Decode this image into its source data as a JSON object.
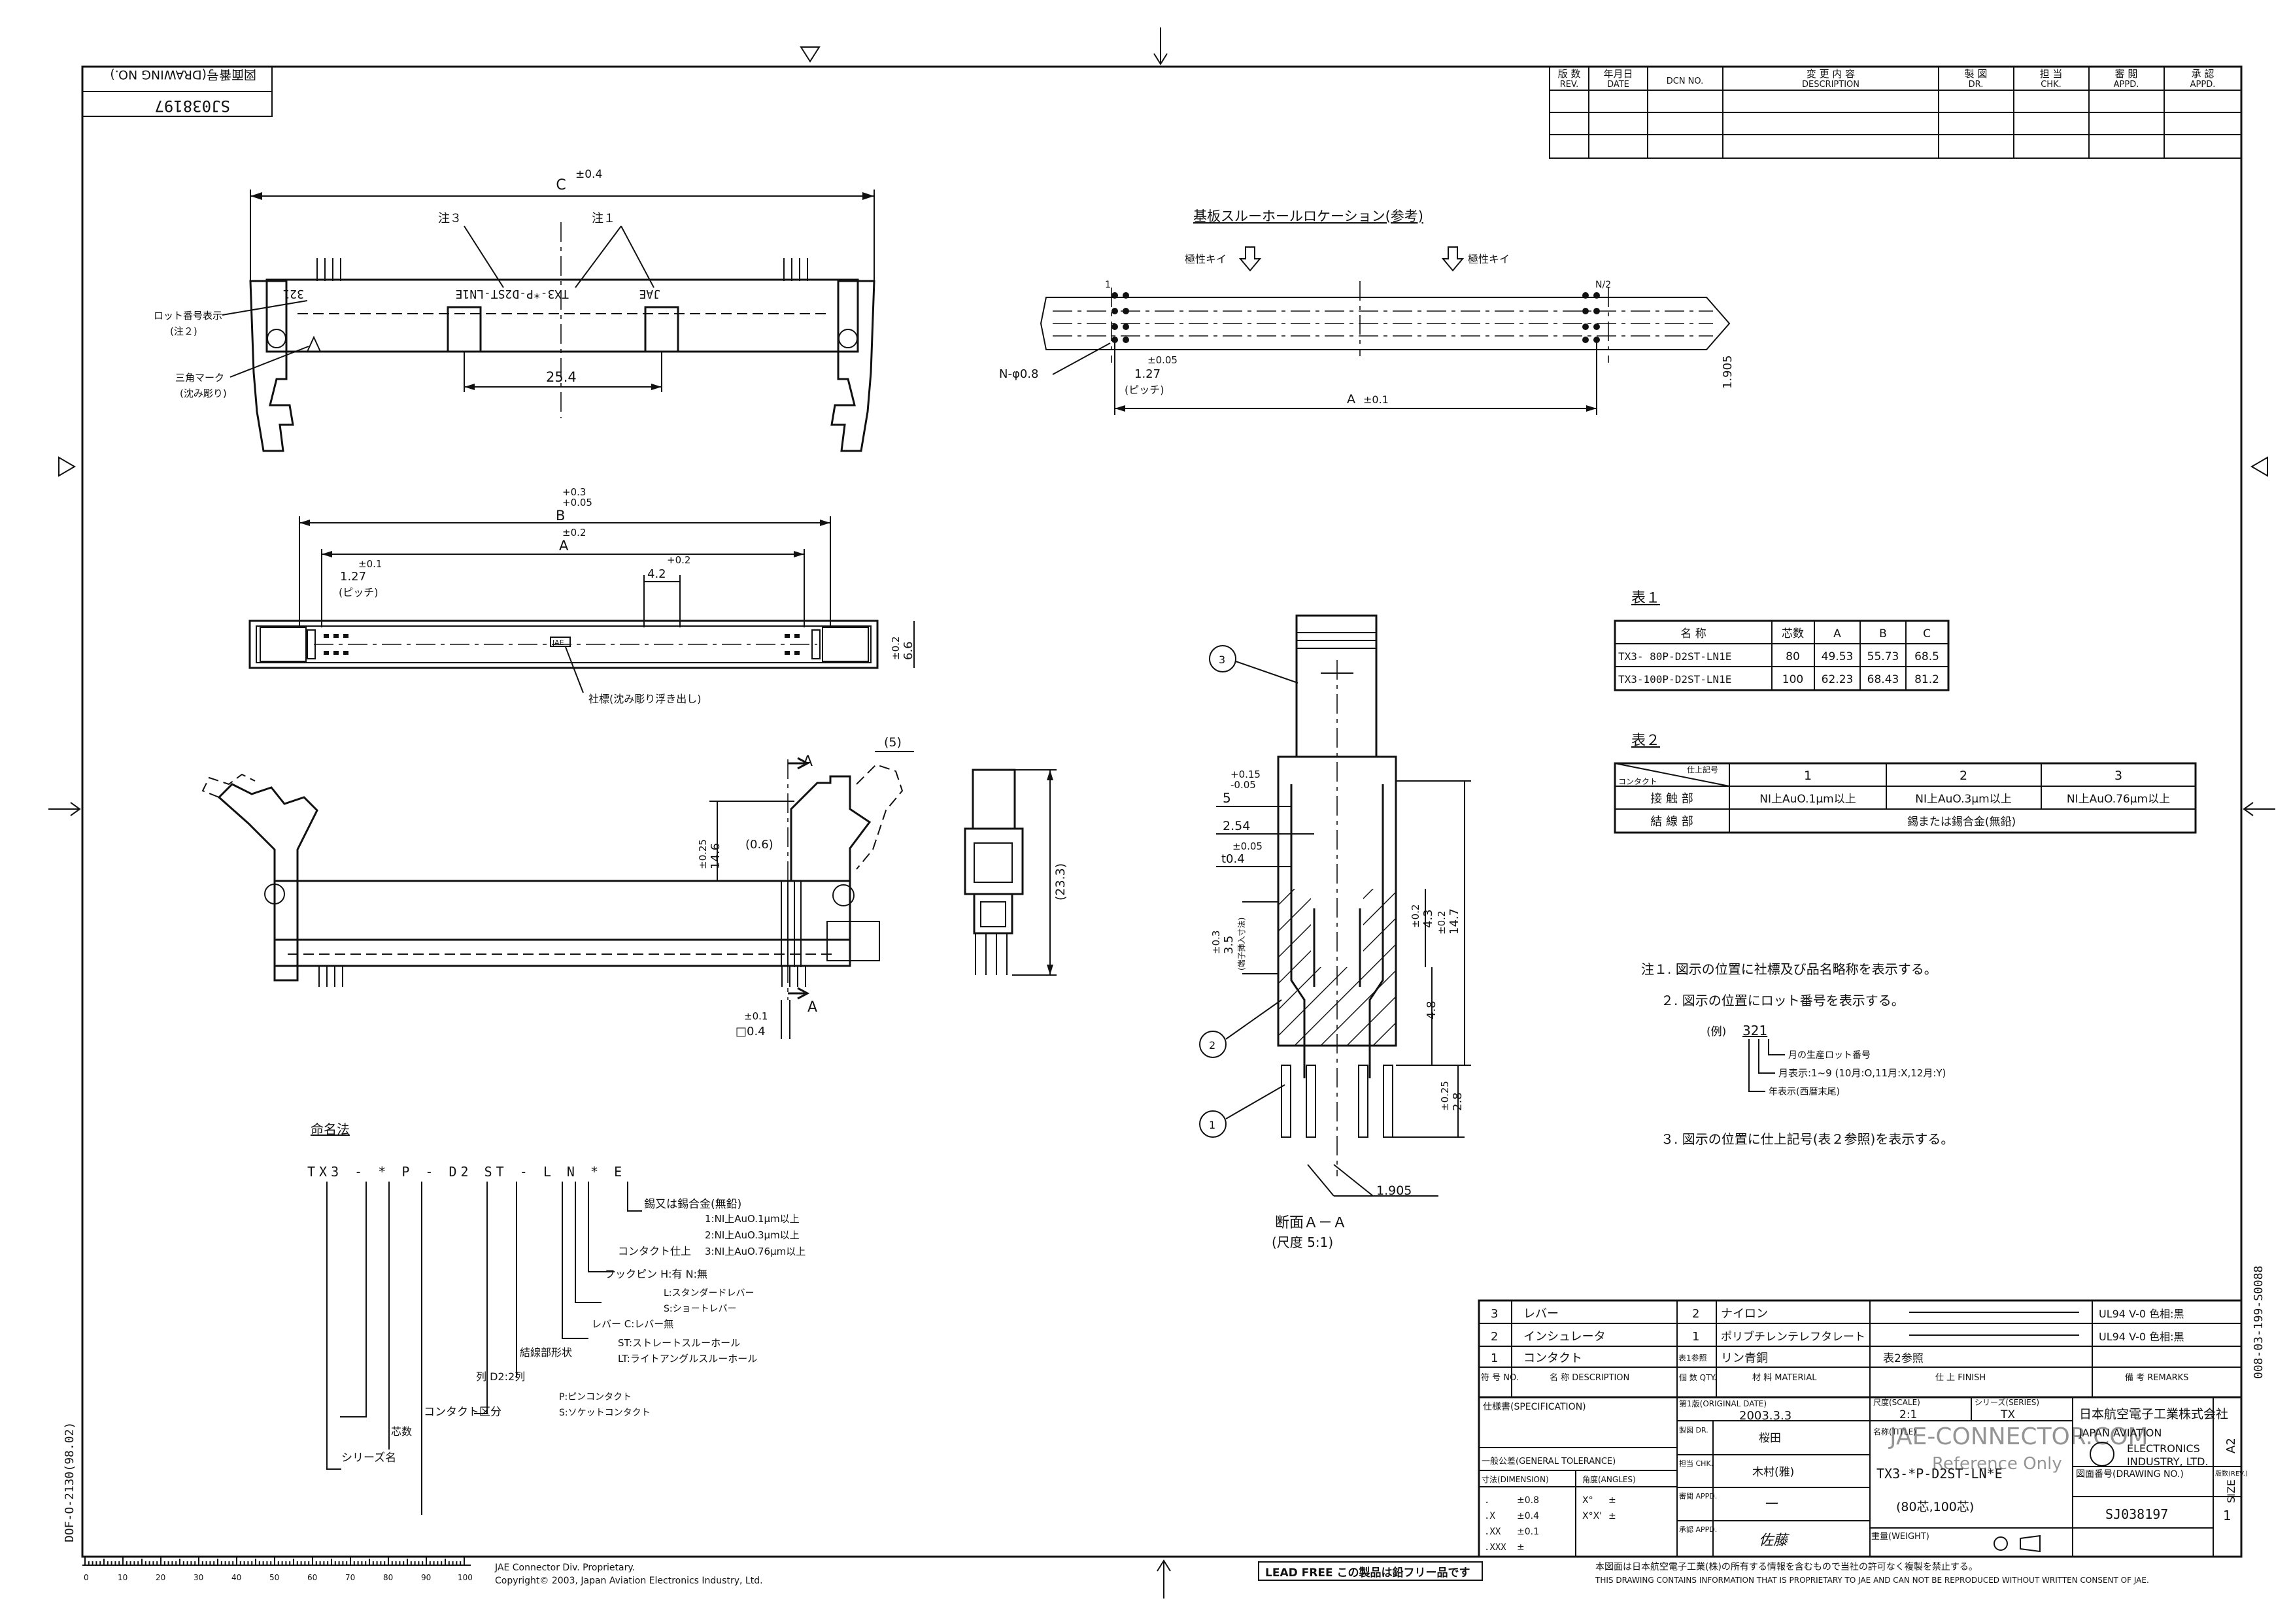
{
  "drawing_no_box": {
    "label": "図面番号(DRAWING NO.)",
    "value": "SJ038197"
  },
  "revision_table": {
    "headers": [
      {
        "jp": "版 数",
        "en": "REV."
      },
      {
        "jp": "年月日",
        "en": "DATE"
      },
      {
        "jp": "",
        "en": "DCN NO."
      },
      {
        "jp": "変 更 内 容",
        "en": "DESCRIPTION"
      },
      {
        "jp": "製 図",
        "en": "DR."
      },
      {
        "jp": "担 当",
        "en": "CHK."
      },
      {
        "jp": "審 閲",
        "en": "APPD."
      },
      {
        "jp": "承 認",
        "en": "APPD."
      }
    ]
  },
  "top_view": {
    "dim_c": "C",
    "dim_c_tol": "±0.4",
    "note3": "注３",
    "note1": "注１",
    "mark_321": "321",
    "mark_part": "TX3-*P-D2ST-LN1E",
    "mark_jae": "JAE",
    "lot_label": "ロット番号表示",
    "lot_note": "(注２)",
    "tri_label": "三角マーク",
    "tri_note": "(沈み彫り)",
    "dim_254": "25.4"
  },
  "pcb_layout": {
    "title": "基板スルーホールロケーション(参考)",
    "polarity1": "極性キイ",
    "polarity2": "極性キイ",
    "pin1": "1",
    "pin_n2": "N/2",
    "hole": "N-φ0.8",
    "pitch_tol": "±0.05",
    "pitch": "1.27",
    "pitch_label": "(ピッチ)",
    "row_gap": "1.905",
    "dim_a": "A",
    "dim_a_tol": "±0.1"
  },
  "front_view": {
    "dim_b": "B",
    "dim_b_tol_plus": "+0.3",
    "dim_b_tol_minus": "+0.05",
    "dim_a": "A",
    "dim_a_tol": "±0.2",
    "pitch_tol": "±0.1",
    "pitch": "1.27",
    "pitch_label": "(ピッチ)",
    "dim_42": "4.2",
    "dim_42_tol": "+0.2",
    "dim_66": "6.6",
    "dim_66_tol": "±0.2",
    "marking_label": "社標(沈み彫り浮き出し)",
    "logo": "JAE"
  },
  "side_view": {
    "section_a": "A",
    "dim_5": "(5)",
    "dim_146": "14.6",
    "dim_146_tol": "±0.25",
    "dim_06": "(0.6)",
    "dim_04": "□0.4",
    "dim_04_tol": "±0.1",
    "dim_233": "(23.3)"
  },
  "section_view": {
    "title": "断面Ａ－Ａ",
    "scale": "(尺度 5:1)",
    "dim_5": "5",
    "dim_5_tol_p": "+0.15",
    "dim_5_tol_m": "-0.05",
    "dim_254": "2.54",
    "dim_t04": "t0.4",
    "dim_t04_tol": "±0.05",
    "dim_35": "3.5",
    "dim_35_tol": "±0.3",
    "dim_35_note": "(端子挿入寸法)",
    "dim_43": "4.3",
    "dim_43_tol": "±0.2",
    "dim_147": "14.7",
    "dim_147_tol": "±0.2",
    "dim_48": "4.8",
    "dim_28": "2.8",
    "dim_28_tol": "±0.25",
    "dim_1905": "1.905",
    "balloon1": "1",
    "balloon2": "2",
    "balloon3": "3"
  },
  "table1": {
    "title": "表１",
    "headers": [
      "名 称",
      "芯数",
      "A",
      "B",
      "C"
    ],
    "rows": [
      [
        "TX3- 80P-D2ST-LN1E",
        "80",
        "49.53",
        "55.73",
        "68.5"
      ],
      [
        "TX3-100P-D2ST-LN1E",
        "100",
        "62.23",
        "68.43",
        "81.2"
      ]
    ]
  },
  "table2": {
    "title": "表２",
    "corner_top": "仕上記号",
    "corner_bottom": "コンタクト",
    "headers": [
      "1",
      "2",
      "3"
    ],
    "rows": [
      {
        "label": "接 触 部",
        "cells": [
          "NI上AuO.1μm以上",
          "NI上AuO.3μm以上",
          "NI上AuO.76μm以上"
        ]
      },
      {
        "label": "結 線 部",
        "cells": [
          "錫または錫合金(無鉛)"
        ]
      }
    ]
  },
  "notes": {
    "n1": "注１. 図示の位置に社標及び品名略称を表示する。",
    "n2": "２. 図示の位置にロット番号を表示する。",
    "example": "(例)",
    "example_code": "321",
    "lot_a": "月の生産ロット番号",
    "lot_b": "月表示:1~9 (10月:O,11月:X,12月:Y)",
    "lot_c": "年表示(西暦末尾)",
    "n3": "３. 図示の位置に仕上記号(表２参照)を表示する。"
  },
  "nomenclature": {
    "title": "命名法",
    "code": "TX3 - * P - D2 ST - L N * E",
    "items": [
      "錫又は錫合金(無鉛)",
      "1:NI上AuO.1μm以上",
      "2:NI上AuO.3μm以上",
      "3:NI上AuO.76μm以上",
      "コンタクト仕上",
      "フックピン H:有 N:無",
      "L:スタンダードレバー",
      "S:ショートレバー",
      "レバー C:レバー無",
      "ST:ストレートスルーホール",
      "LT:ライトアングルスルーホール",
      "結線部形状",
      "列 D2:2列",
      "P:ピンコンタクト",
      "S:ソケットコンタクト",
      "コンタクト区分",
      "芯数",
      "シリーズ名"
    ]
  },
  "bom": {
    "rows": [
      {
        "no": "3",
        "desc": "レバー",
        "qty": "2",
        "mat": "ナイロン",
        "finish": "",
        "remarks": "UL94 V-0 色相:黒"
      },
      {
        "no": "2",
        "desc": "インシュレータ",
        "qty": "1",
        "mat": "ポリブチレンテレフタレート",
        "finish": "",
        "remarks": "UL94 V-0 色相:黒"
      },
      {
        "no": "1",
        "desc": "コンタクト",
        "qty": "表1参照",
        "mat": "リン青銅",
        "finish": "表2参照",
        "remarks": ""
      }
    ],
    "head": {
      "no": "符 号 NO.",
      "desc": "名 称 DESCRIPTION",
      "qty": "個 数 QTY.",
      "mat": "材 料 MATERIAL",
      "finish": "仕 上 FINISH",
      "remarks": "備 考 REMARKS"
    }
  },
  "title_block": {
    "spec": "仕様書(SPECIFICATION)",
    "orig_date_label": "第1版(ORIGINAL DATE)",
    "orig_date": "2003.3.3",
    "scale_label": "尺度(SCALE)",
    "scale": "2:1",
    "series_label": "シリーズ(SERIES)",
    "series": "TX",
    "company_jp": "日本航空電子工業株式会社",
    "company_en1": "JAPAN AVIATION",
    "company_en2": "ELECTRONICS",
    "company_en3": "INDUSTRY, LTD.",
    "dr_label": "製図 DR.",
    "dr": "桜田",
    "chk_label": "担当 CHK.",
    "chk": "木村(雅)",
    "appd1_label": "審閲 APPD.",
    "appd1": "一",
    "appd2_label": "承認 APPD.",
    "appd2": "佐藤",
    "title_label": "名称(TITLE)",
    "title": "TX3-*P-D2ST-LN*E",
    "subtitle": "(80芯,100芯)",
    "weight_label": "重量(WEIGHT)",
    "gen_tol": "一般公差(GENERAL TOLERANCE)",
    "dim_label": "寸法(DIMENSION)",
    "ang_label": "角度(ANGLES)",
    "tol_rows": [
      [
        ". ",
        "±0.8",
        "X°",
        "±"
      ],
      [
        ".X",
        "±0.4",
        "X°X'",
        "±"
      ],
      [
        ".XX",
        "±0.1",
        "",
        ""
      ],
      [
        ".XXX",
        "±",
        "",
        ""
      ]
    ],
    "drawing_no_label": "図面番号(DRAWING NO.)",
    "drawing_no": "SJ038197",
    "rev_label": "版数(REV.)",
    "rev": "1",
    "size": "A2",
    "size_label": "SIZE",
    "side_code": "008-03-199-S0088",
    "left_code": "DOF-O-2130(98.02)",
    "watermark1": "JAE-CONNECTOR.COM",
    "watermark2": "Reference Only"
  },
  "footer": {
    "prop1": "JAE Connector Div. Proprietary.",
    "prop2": "Copyright© 2003, Japan Aviation Electronics Industry, Ltd.",
    "lead_free": "LEAD FREE この製品は鉛フリー品です",
    "notice_jp": "本図面は日本航空電子工業(株)の所有する情報を含むもので当社の許可なく複製を禁止する。",
    "notice_en": "THIS DRAWING CONTAINS INFORMATION THAT IS PROPRIETARY TO JAE AND CAN NOT BE REPRODUCED WITHOUT WRITTEN CONSENT OF JAE.",
    "ruler": [
      "0",
      "10",
      "20",
      "30",
      "40",
      "50",
      "60",
      "70",
      "80",
      "90",
      "100"
    ]
  }
}
